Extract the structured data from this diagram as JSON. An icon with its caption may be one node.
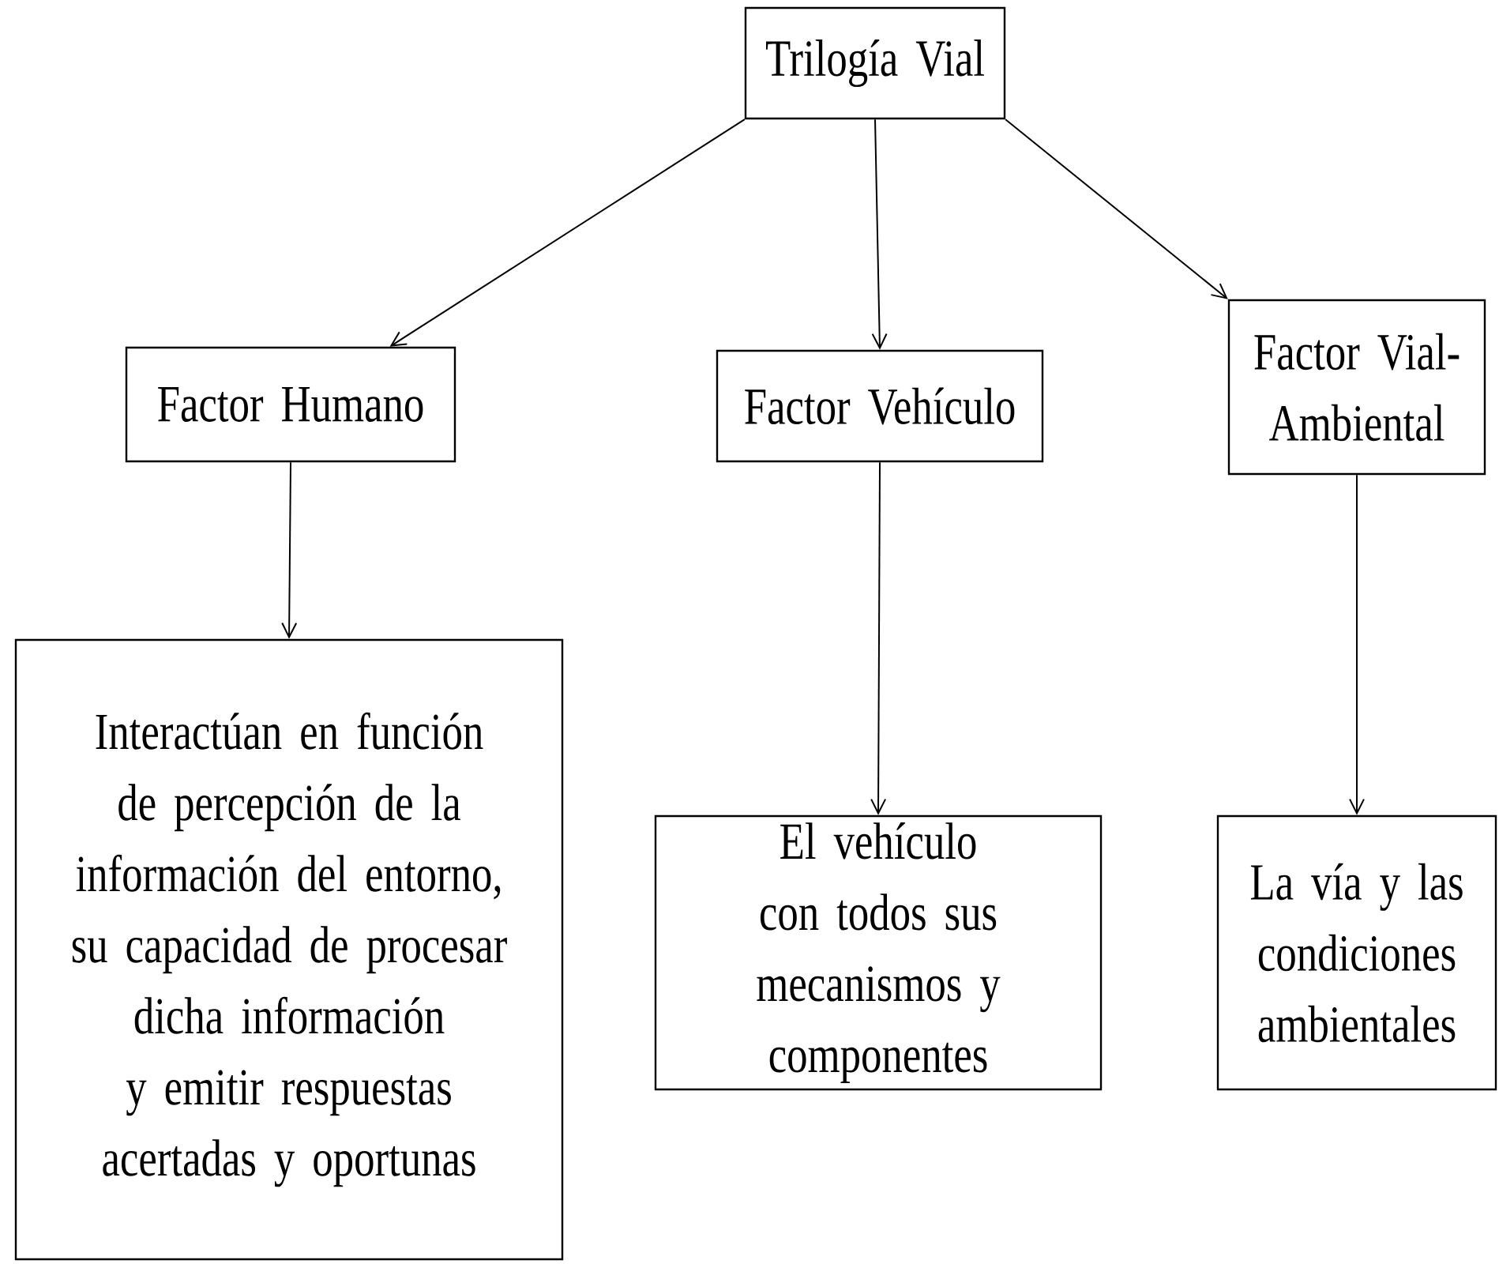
{
  "diagram": {
    "nodes": [
      {
        "text": [
          "Trilogía Vial"
        ]
      },
      {
        "text": [
          "Factor Humano"
        ]
      },
      {
        "text": [
          "Factor Vehículo"
        ]
      },
      {
        "text": [
          "Factor Vial-Ambiental"
        ]
      },
      {
        "text": [
          "Interactúan en función de percepción de la información del entorno, su capacidad de procesar dicha información y emitir respuestas acertadas y oportunas"
        ]
      },
      {
        "text": [
          "El vehículo con todos sus mecanismos y componentes"
        ]
      },
      {
        "text": [
          "La vía y las condiciones ambientales"
        ]
      }
    ],
    "edges": [
      {
        "from": 0,
        "to": 1,
        "arrow": "to"
      },
      {
        "from": 0,
        "to": 2,
        "arrow": "to"
      },
      {
        "from": 0,
        "to": 3,
        "arrow": "to"
      },
      {
        "from": 1,
        "to": 4,
        "arrow": "to"
      },
      {
        "from": 2,
        "to": 5,
        "arrow": "to"
      },
      {
        "from": 3,
        "to": 6,
        "arrow": "to"
      }
    ]
  }
}
